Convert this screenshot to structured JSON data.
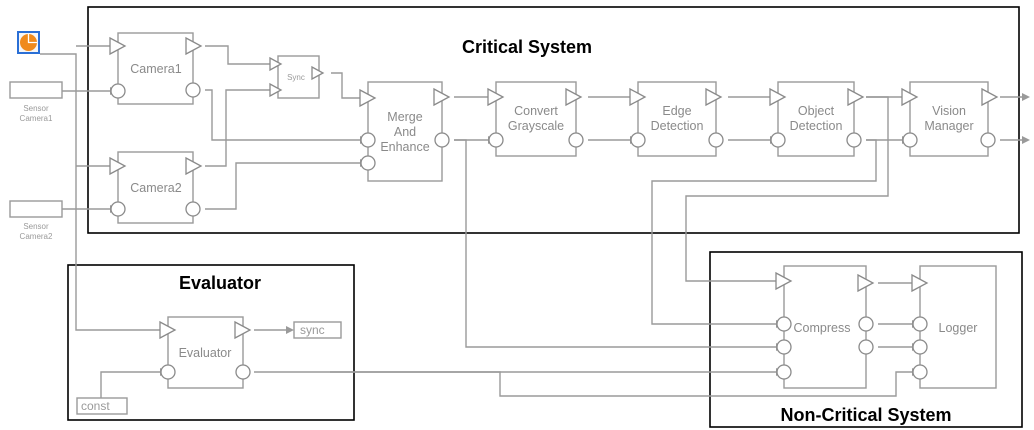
{
  "regions": {
    "critical": "Critical System",
    "evaluator": "Evaluator",
    "non_critical": "Non-Critical System"
  },
  "blocks": {
    "camera1": "Camera1",
    "camera2": "Camera2",
    "sync": "Sync",
    "merge": [
      "Merge",
      "And",
      "Enhance"
    ],
    "convert": [
      "Convert",
      "Grayscale"
    ],
    "edge": [
      "Edge",
      "Detection"
    ],
    "object": [
      "Object",
      "Detection"
    ],
    "vision": [
      "Vision",
      "Manager"
    ],
    "evaluator": "Evaluator",
    "compress": "Compress",
    "logger": "Logger"
  },
  "sensors": {
    "sensor1": [
      "Sensor",
      "Camera1"
    ],
    "sensor2": [
      "Sensor",
      "Camera2"
    ]
  },
  "tags": {
    "sync": "sync",
    "const": "const"
  },
  "icons": {
    "clock": "clock-icon"
  },
  "colors": {
    "clock_fill": "#f08a1c",
    "clock_border": "#2a6fd6",
    "block_stroke": "#9a9a9a",
    "region_stroke": "#000000"
  }
}
